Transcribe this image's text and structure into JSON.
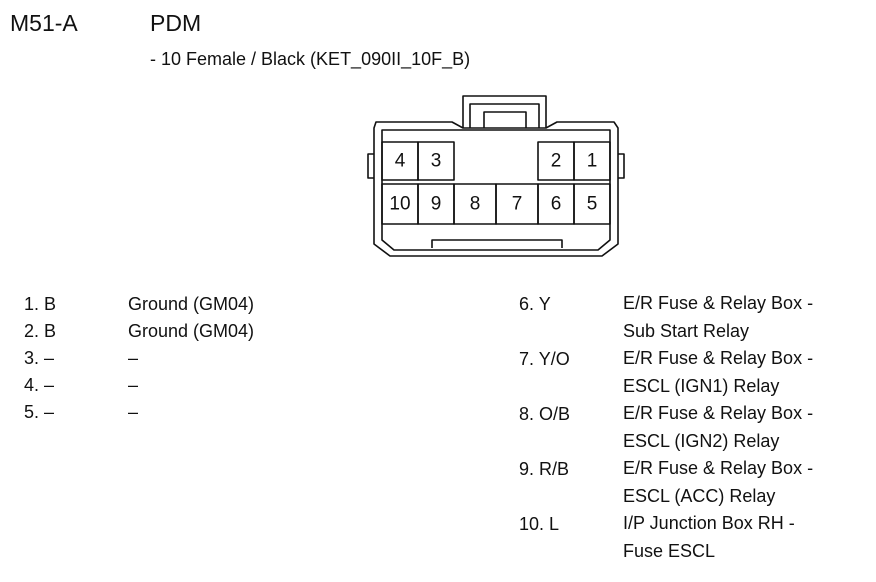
{
  "header": {
    "connector_code": "M51-A",
    "component_name": "PDM",
    "description": "- 10 Female / Black (KET_090II_10F_B)"
  },
  "connector": {
    "top_row": [
      "4",
      "3",
      "2",
      "1"
    ],
    "bottom_row": [
      "10",
      "9",
      "8",
      "7",
      "6",
      "5"
    ]
  },
  "pins_left": [
    {
      "pin": "1. B",
      "lines": [
        "Ground (GM04)"
      ]
    },
    {
      "pin": "2. B",
      "lines": [
        "Ground (GM04)"
      ]
    },
    {
      "pin": "3. –",
      "lines": [
        "–"
      ]
    },
    {
      "pin": "4. –",
      "lines": [
        "–"
      ]
    },
    {
      "pin": "5. –",
      "lines": [
        "–"
      ]
    }
  ],
  "pins_right": [
    {
      "pin": "6. Y",
      "lines": [
        "E/R Fuse & Relay Box -",
        "Sub Start Relay"
      ]
    },
    {
      "pin": "7. Y/O",
      "lines": [
        "E/R Fuse & Relay Box -",
        "ESCL (IGN1) Relay"
      ]
    },
    {
      "pin": "8. O/B",
      "lines": [
        "E/R Fuse & Relay Box -",
        "ESCL (IGN2) Relay"
      ]
    },
    {
      "pin": "9. R/B",
      "lines": [
        "E/R Fuse & Relay Box -",
        "ESCL (ACC) Relay"
      ]
    },
    {
      "pin": "10. L",
      "lines": [
        "I/P Junction Box RH -",
        "Fuse ESCL"
      ]
    }
  ]
}
